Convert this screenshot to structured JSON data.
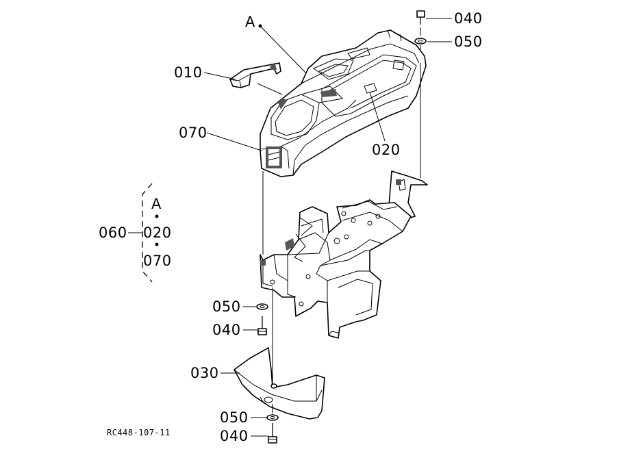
{
  "labels": {
    "part_040_top": "040",
    "part_050_top": "050",
    "ref_a_top": "A",
    "part_010": "010",
    "part_070": "070",
    "part_020": "020",
    "part_060": "060",
    "kit_ref_a": "A",
    "kit_020": "020",
    "kit_070": "070",
    "part_050_mid": "050",
    "part_040_mid": "040",
    "part_030": "030",
    "part_050_bottom": "050",
    "part_040_bottom": "040"
  },
  "drawing_code": "RC448-107-11"
}
